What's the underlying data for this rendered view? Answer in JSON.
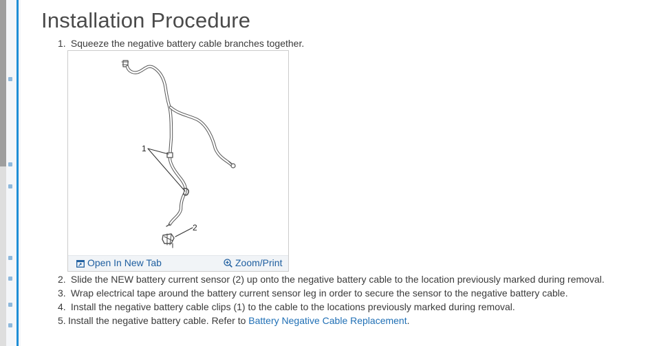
{
  "page": {
    "title": "Installation Procedure"
  },
  "steps": [
    {
      "num": "1.",
      "text": "Squeeze the negative battery cable branches together."
    },
    {
      "num": "2.",
      "text": "Slide the NEW battery current sensor (2) up onto the negative battery cable to the location previously marked during removal."
    },
    {
      "num": "3.",
      "text": "Wrap electrical tape around the battery current sensor leg in order to secure the sensor to the negative battery cable."
    },
    {
      "num": "4.",
      "text": "Install the negative battery cable clips (1) to the cable to the locations previously marked during removal."
    },
    {
      "num": "5.",
      "text_before": "Install the negative battery cable. Refer to ",
      "link": "Battery Negative Cable Replacement",
      "text_after": "."
    }
  ],
  "figure": {
    "callout_1": "1",
    "callout_2": "2",
    "open_tab_label": "Open In New Tab",
    "zoom_print_label": "Zoom/Print",
    "open_tab_icon": "open-in-new-tab-icon",
    "zoom_icon": "zoom-in-icon"
  },
  "colors": {
    "link": "#1f6fb5",
    "rail_accent": "#1e8ed6",
    "toolbar_bg": "#f1f4f7"
  }
}
